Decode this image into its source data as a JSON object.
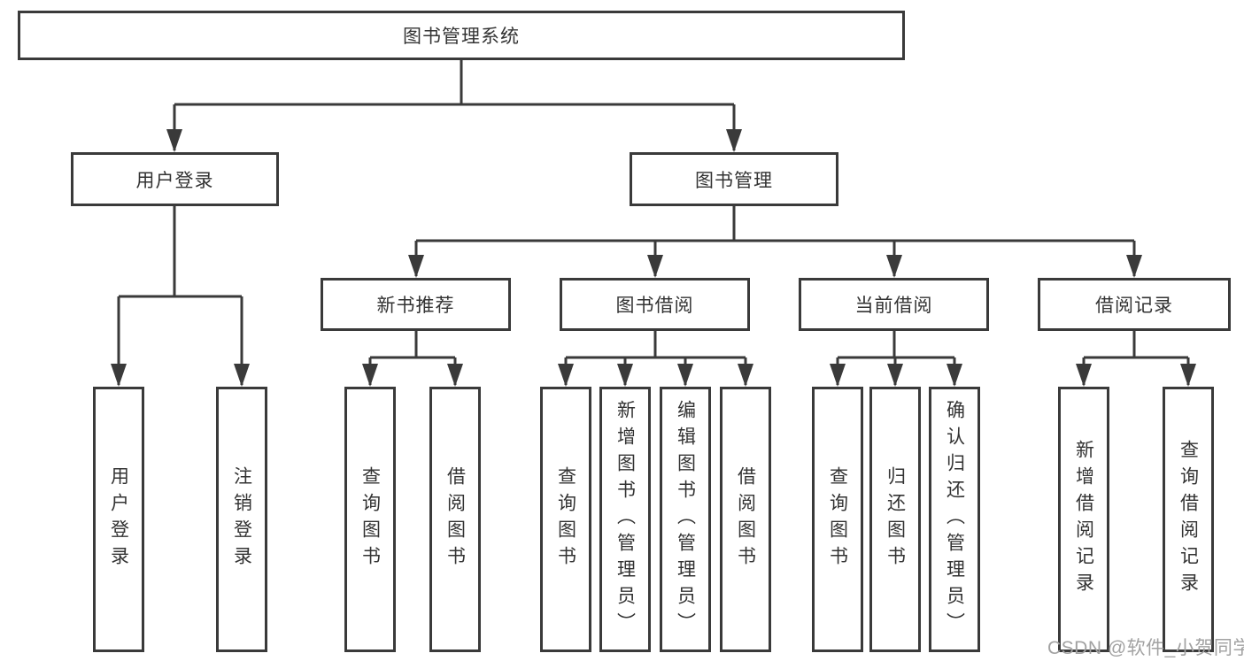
{
  "tree": {
    "root": {
      "label": "图书管理系统",
      "children": [
        {
          "label": "用户登录",
          "children": [
            {
              "label": "用户登录"
            },
            {
              "label": "注销登录"
            }
          ]
        },
        {
          "label": "图书管理",
          "children": [
            {
              "label": "新书推荐",
              "children": [
                {
                  "label": "查询图书"
                },
                {
                  "label": "借阅图书"
                }
              ]
            },
            {
              "label": "图书借阅",
              "children": [
                {
                  "label": "查询图书"
                },
                {
                  "label": "新增图书（管理员）"
                },
                {
                  "label": "编辑图书（管理员）"
                },
                {
                  "label": "借阅图书"
                }
              ]
            },
            {
              "label": "当前借阅",
              "children": [
                {
                  "label": "查询图书"
                },
                {
                  "label": "归还图书"
                },
                {
                  "label": "确认归还（管理员）"
                }
              ]
            },
            {
              "label": "借阅记录",
              "children": [
                {
                  "label": "新增借阅记录"
                },
                {
                  "label": "查询借阅记录"
                }
              ]
            }
          ]
        }
      ]
    }
  },
  "watermark": {
    "text": "CSDN @软件_小贺同学"
  },
  "colors": {
    "line": "#3a3a3a",
    "text": "#333333",
    "watermark": "#a2a2a2",
    "background": "#ffffff"
  }
}
